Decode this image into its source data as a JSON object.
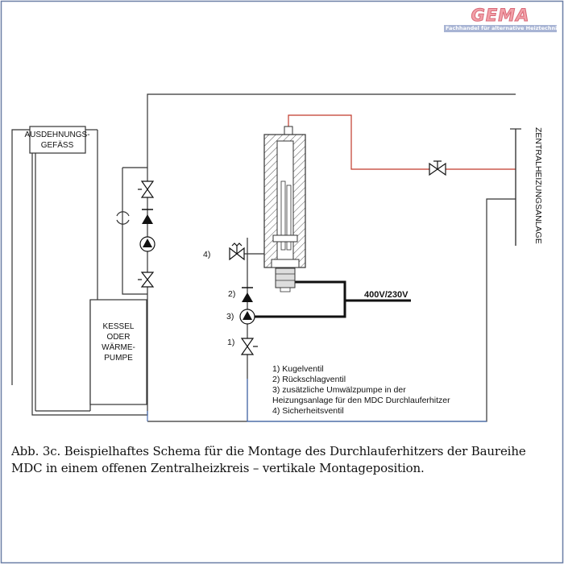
{
  "logo": {
    "name": "GEMA",
    "tagline": "Fachhandel für alternative Heiztechnik"
  },
  "diagram": {
    "labels": {
      "expansion_line1": "AUSDEHNUNGS-",
      "expansion_line2": "GEFÄSS",
      "boiler_line1": "KESSEL",
      "boiler_line2": "ODER",
      "boiler_line3": "WÄRME-",
      "boiler_line4": "PUMPE",
      "voltage": "400V/230V",
      "heating_system": "ZENTRALHEIZUNGSANLAGE",
      "num_4": "4)",
      "num_2": "2)",
      "num_3": "3)",
      "num_1": "1)"
    },
    "legend": [
      "1) Kugelventil",
      "2) Rückschlagventil",
      "3) zusätzliche Umwälzpumpe in der",
      "Heizungsanlage für den MDC Durchlauferhitzer",
      "4) Sicherheitsventil"
    ],
    "colors": {
      "supply_line": "#c0392b",
      "return_line": "#4a6fb5",
      "line": "#333333"
    }
  },
  "caption": "Abb. 3c. Beispielhaftes Schema für die Montage des Durchlauferhitzers der Baureihe MDC in einem offenen Zentralheizkreis – vertikale Montageposition."
}
